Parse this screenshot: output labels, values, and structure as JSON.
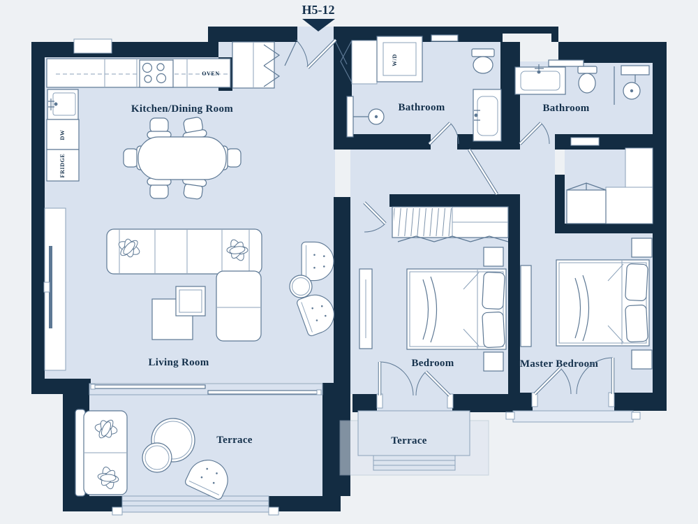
{
  "unit": {
    "label": "H5-12"
  },
  "rooms": {
    "kitchen_dining": "Kitchen/Dining Room",
    "bathroom_1": "Bathroom",
    "bathroom_2": "Bathroom",
    "living": "Living Room",
    "bedroom": "Bedroom",
    "master_bedroom": "Master Bedroom",
    "terrace_1": "Terrace",
    "terrace_2": "Terrace"
  },
  "appliances": {
    "oven": "OVEN",
    "dishwasher": "DW",
    "fridge": "FRIDGE",
    "washer_dryer": "W/D"
  },
  "colors": {
    "wall": "#132c42",
    "floor": "#d9e2ef",
    "floor_outdoor": "#dce4ef",
    "background": "#eef1f4",
    "line": "#5d7894",
    "line_light": "#8ba2ba",
    "label": "#14304b",
    "white": "#ffffff"
  }
}
